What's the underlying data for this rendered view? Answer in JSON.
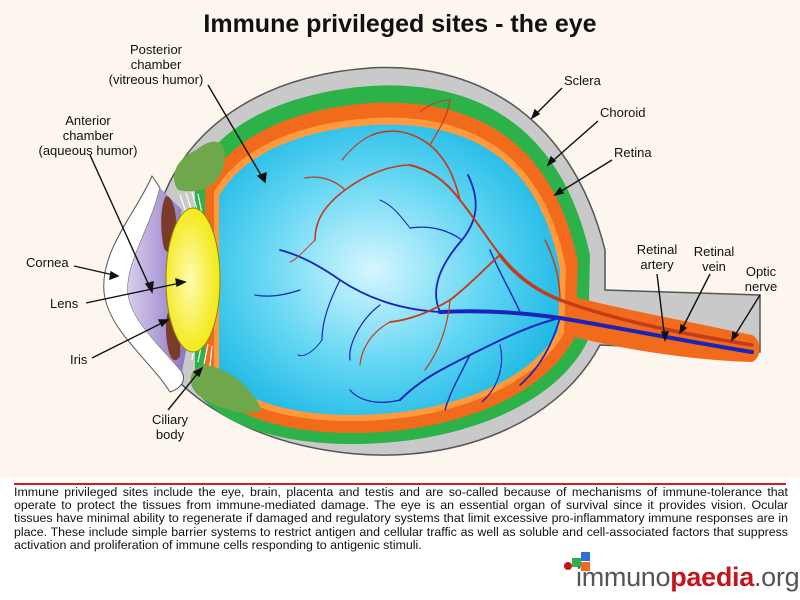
{
  "title": "Immune privileged sites - the eye",
  "labels": {
    "posterior_chamber": [
      "Posterior",
      "chamber",
      "(vitreous humor)"
    ],
    "anterior_chamber": [
      "Anterior",
      "chamber",
      "(aqueous humor)"
    ],
    "cornea": "Cornea",
    "lens": "Lens",
    "iris": "Iris",
    "ciliary_body": [
      "Ciliary",
      "body"
    ],
    "sclera": "Sclera",
    "choroid": "Choroid",
    "retina": "Retina",
    "retinal_artery": [
      "Retinal",
      "artery"
    ],
    "retinal_vein": [
      "Retinal",
      "vein"
    ],
    "optic_nerve": [
      "Optic",
      "nerve"
    ]
  },
  "caption": "Immune privileged sites include the eye, brain, placenta and testis and are so-called because of mechanisms of immune-tolerance that operate to protect the tissues from immune-mediated damage. The eye is an essential organ of survival since it provides vision. Ocular tissues have minimal ability to regenerate if damaged and regulatory systems that limit excessive pro-inflammatory immune responses are in place. These include simple barrier systems to restrict antigen and cellular traffic as well as soluble and cell-associated factors that suppress activation and proliferation of immune cells responding to antigenic stimuli.",
  "logo": {
    "part1": "immuno",
    "part2": "paedia",
    "part3": ".org"
  },
  "colors": {
    "sclera": "#c8c8c8",
    "choroid_green": "#2db24a",
    "choroid_orange": "#f26a1b",
    "vitreous": "#22c4ec",
    "lens": "#f7ef1a",
    "cornea": "#ffffff",
    "aqueous": "#9b86c9",
    "iris": "#7a3b2a",
    "ciliary": "#6fa84a",
    "artery": "#c43a1a",
    "vein": "#1a24b8",
    "divider": "#d71920",
    "logo_red": "#c4161c"
  }
}
